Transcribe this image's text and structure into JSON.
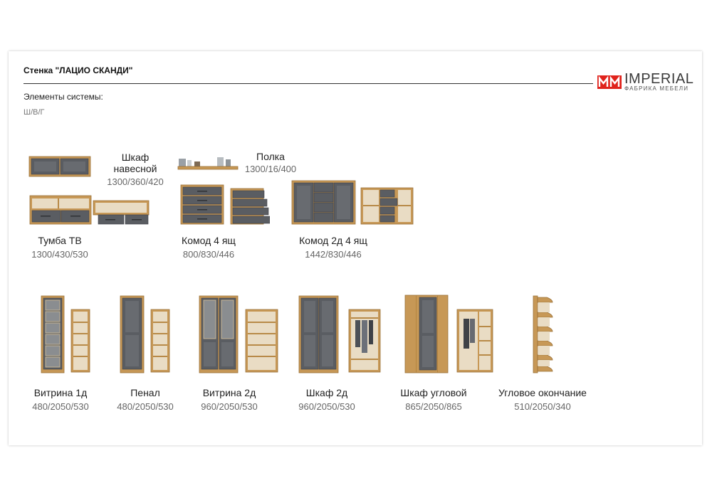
{
  "header": {
    "title": "Стенка \"ЛАЦИО СКАНДИ\"",
    "subtitle": "Элементы системы:",
    "dims_legend": "Ш/В/Г"
  },
  "logo": {
    "mark": "MM",
    "word": "IMPERIAL",
    "tagline": "ФАБРИКА МЕБЕЛИ"
  },
  "colors": {
    "brand_red": "#e0231c",
    "oak": "#c79856",
    "graphite": "#5a5d62"
  },
  "items": {
    "shkaf_navesnoy": {
      "label_line1": "Шкаф",
      "label_line2": "навесной",
      "dims": "1300/360/420"
    },
    "polka": {
      "label": "Полка",
      "dims": "1300/16/400"
    },
    "tumba_tv": {
      "label": "Тумба ТВ",
      "dims": "1300/430/530"
    },
    "komod4": {
      "label": "Комод 4 ящ",
      "dims": "800/830/446"
    },
    "komod2d4": {
      "label": "Комод 2д 4 ящ",
      "dims": "1442/830/446"
    },
    "vitrina1d": {
      "label": "Витрина 1д",
      "dims": "480/2050/530"
    },
    "penal": {
      "label": "Пенал",
      "dims": "480/2050/530"
    },
    "vitrina2d": {
      "label": "Витрина 2д",
      "dims": "960/2050/530"
    },
    "shkaf2d": {
      "label": "Шкаф 2д",
      "dims": "960/2050/530"
    },
    "shkaf_uglovoy": {
      "label": "Шкаф угловой",
      "dims": "865/2050/865"
    },
    "uglovoe_okonchanie": {
      "label": "Угловое окончание",
      "dims": "510/2050/340"
    }
  }
}
